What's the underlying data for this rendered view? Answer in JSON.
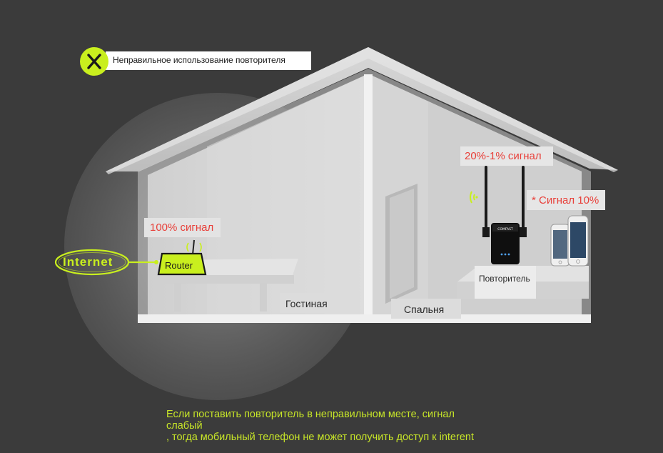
{
  "header": {
    "badge_symbol": "X",
    "title": "Неправильное использование повторителя"
  },
  "labels": {
    "router_signal": "100% сигнал",
    "repeater_in_signal": "20%-1% сигнал",
    "phone_signal": "* Сигнал 10%",
    "router": "Router",
    "internet": "Internet",
    "living_room": "Гостиная",
    "bedroom": "Спальня",
    "repeater": "Повторитель",
    "repeater_brand": "COMFAST"
  },
  "caption": {
    "line1": "Если поставить повторитель в неправильном месте, сигнал",
    "line2": "слабый",
    "line3": ", тогда мобильный телефон не может получить доступ к interent"
  },
  "icons": [
    "x-badge-icon",
    "router-icon",
    "repeater-icon",
    "smartphone-icon",
    "wifi-signal-icon"
  ],
  "colors": {
    "background": "#3b3b3b",
    "accent_green": "#c9ef1e",
    "signal_red": "#e8403a",
    "house_wall": "#d3d3d3",
    "caption": "#c7e528"
  }
}
